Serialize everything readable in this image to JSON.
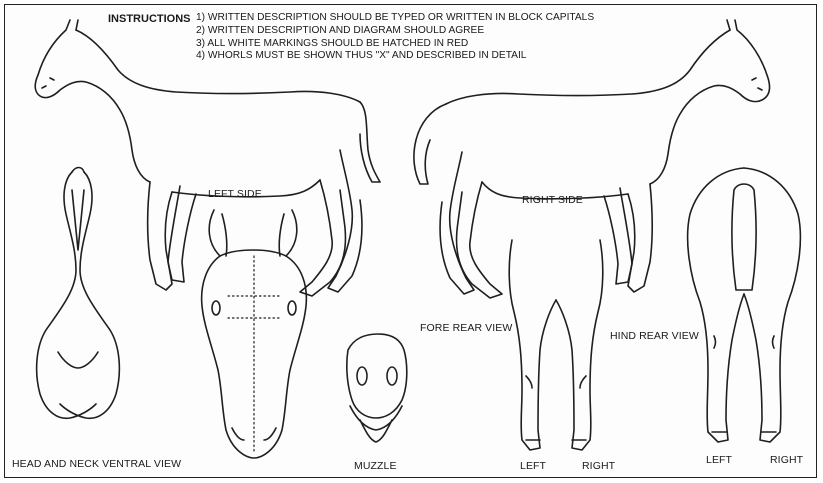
{
  "instructions": {
    "heading": "INSTRUCTIONS",
    "items": [
      "1) WRITTEN DESCRIPTION SHOULD BE TYPED OR WRITTEN IN BLOCK CAPITALS",
      "2) WRITTEN DESCRIPTION AND DIAGRAM SHOULD AGREE",
      "3) ALL WHITE MARKINGS SHOULD BE HATCHED IN RED",
      "4) WHORLS MUST BE SHOWN THUS \"X\" AND DESCRIBED IN DETAIL"
    ]
  },
  "labels": {
    "left_side": "LEFT SIDE",
    "right_side": "RIGHT SIDE",
    "fore_rear_view": "FORE REAR VIEW",
    "hind_rear_view": "HIND REAR VIEW",
    "head_neck_ventral": "HEAD AND NECK VENTRAL VIEW",
    "muzzle": "MUZZLE",
    "fore_left": "LEFT",
    "fore_right": "RIGHT",
    "hind_left": "LEFT",
    "hind_right": "RIGHT"
  }
}
